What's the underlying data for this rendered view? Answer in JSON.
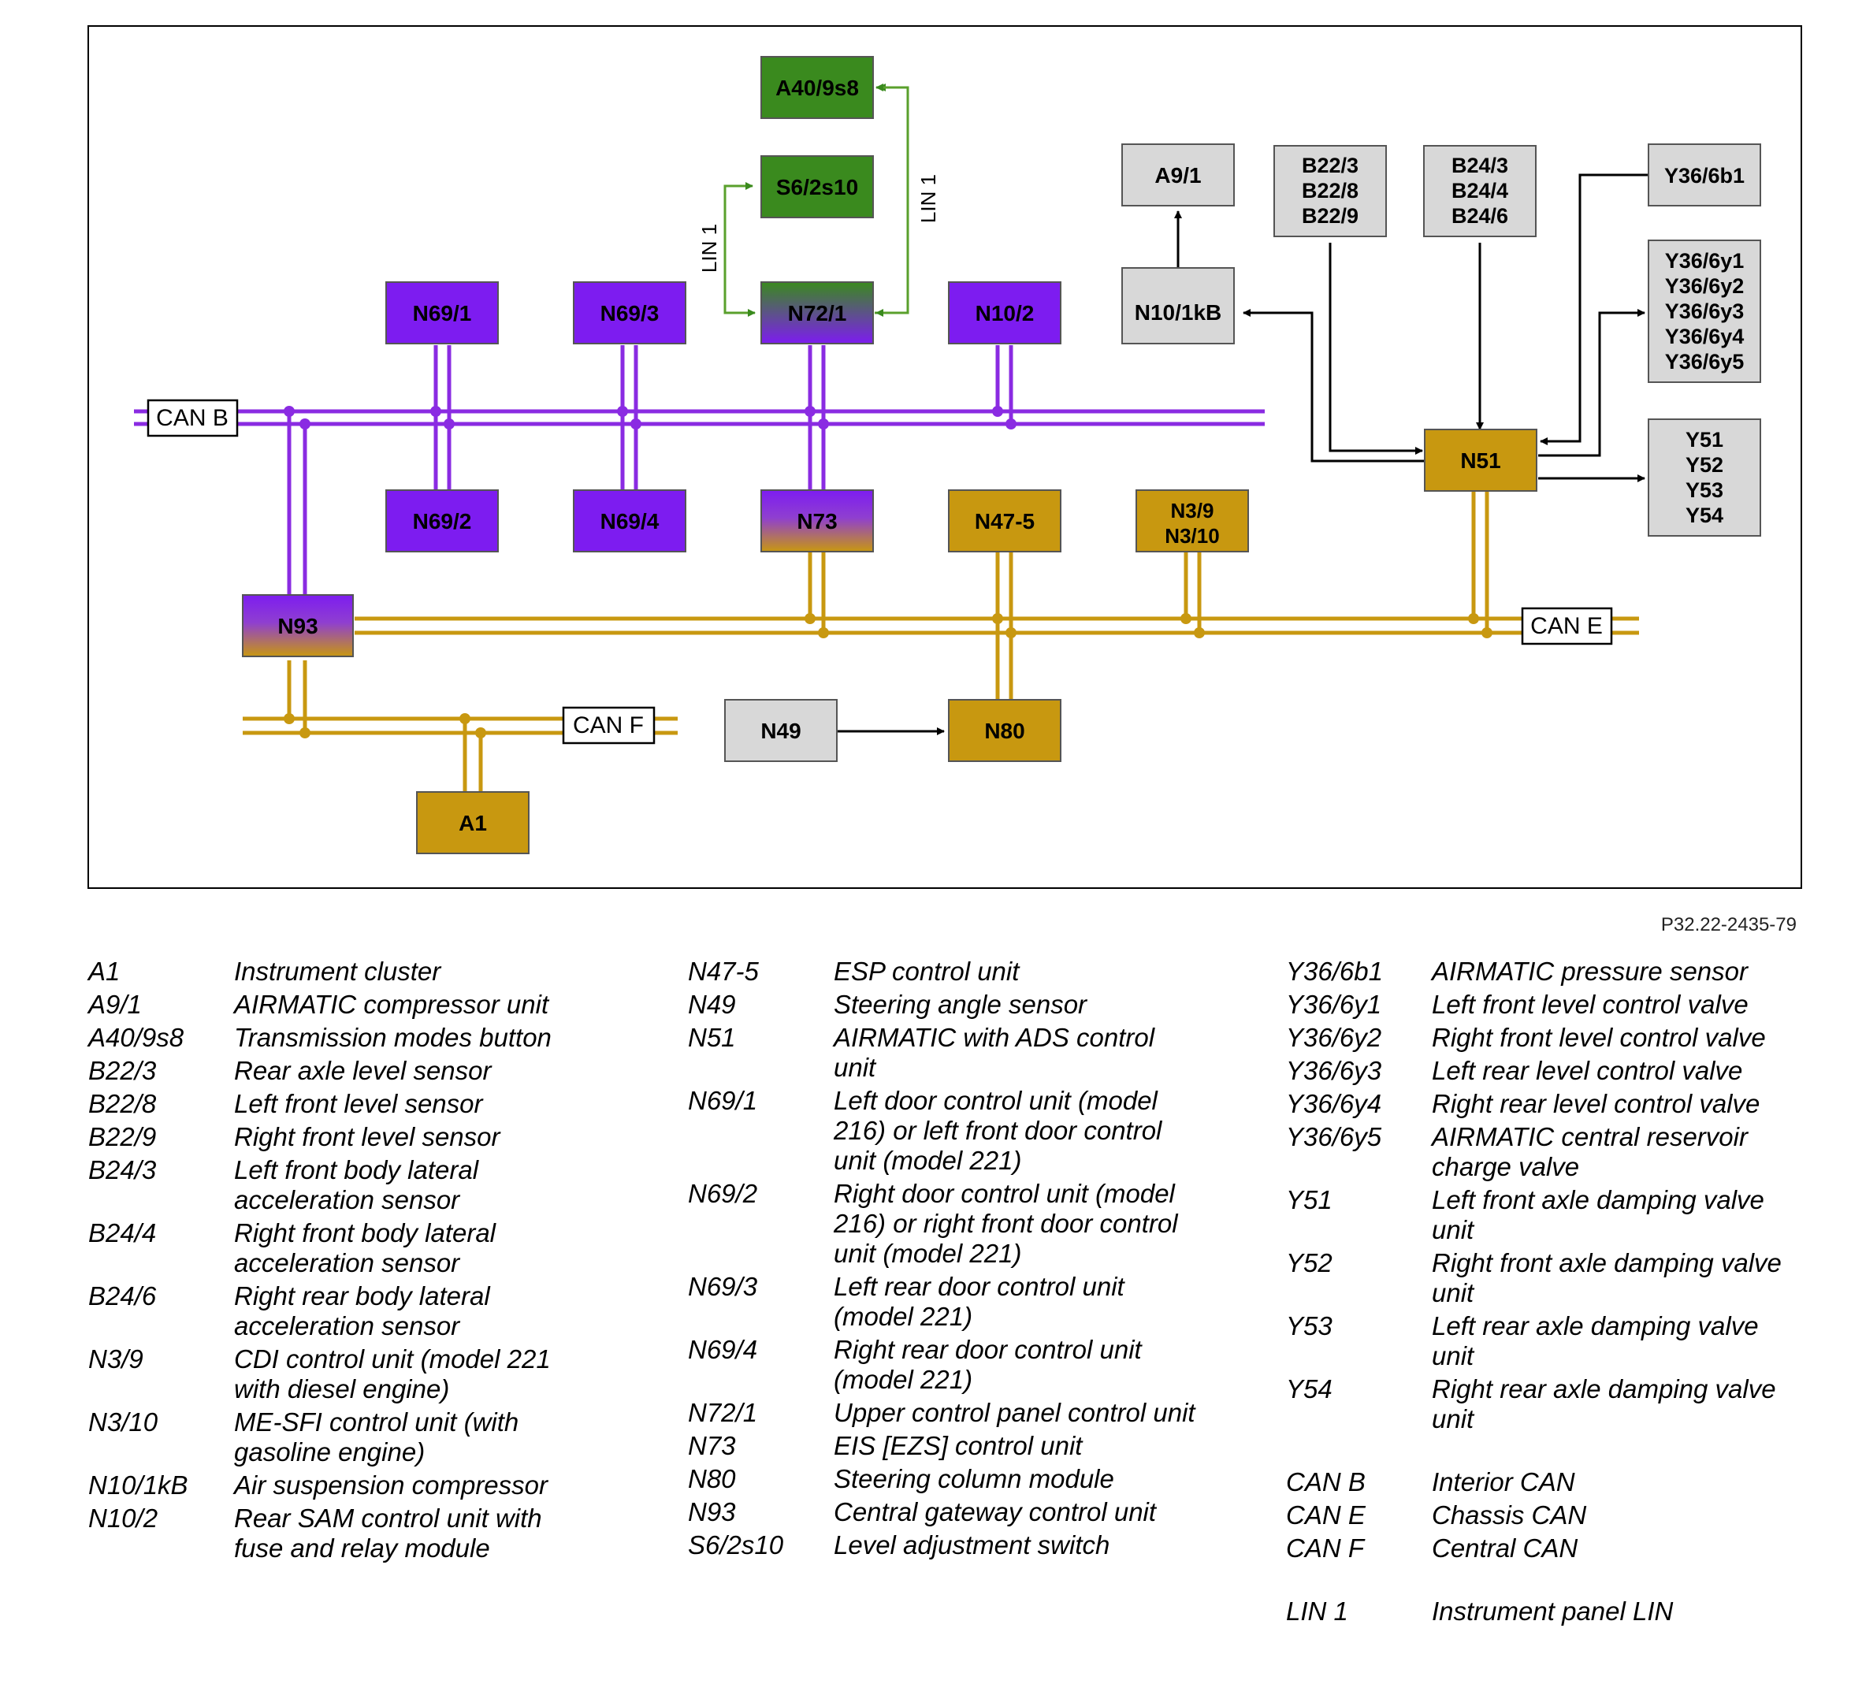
{
  "diagram": {
    "nodes": {
      "a40_9s8": "A40/9s8",
      "s6_2s10": "S6/2s10",
      "n72_1": "N72/1",
      "n69_1": "N69/1",
      "n69_3": "N69/3",
      "n10_2": "N10/2",
      "n69_2": "N69/2",
      "n69_4": "N69/4",
      "n73": "N73",
      "n47_5": "N47-5",
      "n3_9_line1": "N3/9",
      "n3_9_line2": "N3/10",
      "n93": "N93",
      "n49": "N49",
      "n80": "N80",
      "a1": "A1",
      "a9_1": "A9/1",
      "n10_1kb": "N10/1kB",
      "b22_line1": "B22/3",
      "b22_line2": "B22/8",
      "b22_line3": "B22/9",
      "b24_line1": "B24/3",
      "b24_line2": "B24/4",
      "b24_line3": "B24/6",
      "y36_6b1": "Y36/6b1",
      "y36_6y1": "Y36/6y1",
      "y36_6y2": "Y36/6y2",
      "y36_6y3": "Y36/6y3",
      "y36_6y4": "Y36/6y4",
      "y36_6y5": "Y36/6y5",
      "n51": "N51",
      "y51": "Y51",
      "y52": "Y52",
      "y53": "Y53",
      "y54": "Y54"
    },
    "buses": {
      "can_b": "CAN B",
      "can_e": "CAN E",
      "can_f": "CAN F",
      "lin1_left": "LIN 1",
      "lin1_right": "LIN 1"
    },
    "colors": {
      "purple": "#7d1cf0",
      "green": "#3a8a1e",
      "gold": "#c89810",
      "grey": "#d8d8d8",
      "bus_purple": "#8a2be2",
      "bus_gold": "#c89810",
      "lin_green": "#5aa02c"
    }
  },
  "reference": "P32.22-2435-79",
  "legend": {
    "col1": [
      {
        "code": "A1",
        "desc": "Instrument cluster"
      },
      {
        "code": "A9/1",
        "desc": "AIRMATIC compressor unit"
      },
      {
        "code": "A40/9s8",
        "desc": "Transmission modes button"
      },
      {
        "code": "B22/3",
        "desc": "Rear axle level sensor"
      },
      {
        "code": "B22/8",
        "desc": "Left front level sensor"
      },
      {
        "code": "B22/9",
        "desc": "Right front level sensor"
      },
      {
        "code": "B24/3",
        "desc": "Left front body lateral\nacceleration sensor"
      },
      {
        "code": "B24/4",
        "desc": "Right front body lateral\nacceleration sensor"
      },
      {
        "code": "B24/6",
        "desc": "Right rear body lateral\nacceleration sensor"
      },
      {
        "code": "N3/9",
        "desc": "CDI control unit (model 221\nwith diesel engine)"
      },
      {
        "code": "N3/10",
        "desc": "ME-SFI control unit (with\ngasoline engine)"
      },
      {
        "code": "N10/1kB",
        "desc": "Air suspension compressor"
      },
      {
        "code": "N10/2",
        "desc": "Rear SAM control unit with\nfuse and relay module"
      }
    ],
    "col2": [
      {
        "code": "N47-5",
        "desc": "ESP control unit"
      },
      {
        "code": "N49",
        "desc": "Steering angle sensor"
      },
      {
        "code": "N51",
        "desc": "AIRMATIC with ADS control\nunit"
      },
      {
        "code": "N69/1",
        "desc": "Left door control unit (model\n216) or left front door control\nunit (model 221)"
      },
      {
        "code": "N69/2",
        "desc": "Right door control unit (model\n216) or right front door control\nunit (model 221)"
      },
      {
        "code": "N69/3",
        "desc": "Left rear door control unit\n(model 221)"
      },
      {
        "code": "N69/4",
        "desc": "Right rear door control unit\n(model 221)"
      },
      {
        "code": "N72/1",
        "desc": "Upper control panel control unit"
      },
      {
        "code": "N73",
        "desc": "EIS [EZS] control unit"
      },
      {
        "code": "N80",
        "desc": "Steering column module"
      },
      {
        "code": "N93",
        "desc": "Central gateway control unit"
      },
      {
        "code": "S6/2s10",
        "desc": "Level adjustment switch"
      }
    ],
    "col3": [
      {
        "code": "Y36/6b1",
        "desc": "AIRMATIC pressure sensor"
      },
      {
        "code": "Y36/6y1",
        "desc": "Left front level control valve"
      },
      {
        "code": "Y36/6y2",
        "desc": "Right front level control valve"
      },
      {
        "code": "Y36/6y3",
        "desc": "Left rear level control valve"
      },
      {
        "code": "Y36/6y4",
        "desc": "Right rear level control valve"
      },
      {
        "code": "Y36/6y5",
        "desc": "AIRMATIC central reservoir\ncharge valve"
      },
      {
        "code": "Y51",
        "desc": "Left front axle damping valve\nunit"
      },
      {
        "code": "Y52",
        "desc": "Right front axle damping valve\nunit"
      },
      {
        "code": "Y53",
        "desc": "Left rear axle damping valve\nunit"
      },
      {
        "code": "Y54",
        "desc": "Right rear axle damping valve\nunit"
      }
    ],
    "col3_buses": [
      {
        "code": "CAN B",
        "desc": "Interior CAN"
      },
      {
        "code": "CAN E",
        "desc": "Chassis CAN"
      },
      {
        "code": "CAN F",
        "desc": "Central CAN"
      }
    ],
    "col3_lin": [
      {
        "code": "LIN 1",
        "desc": "Instrument panel LIN"
      }
    ]
  }
}
